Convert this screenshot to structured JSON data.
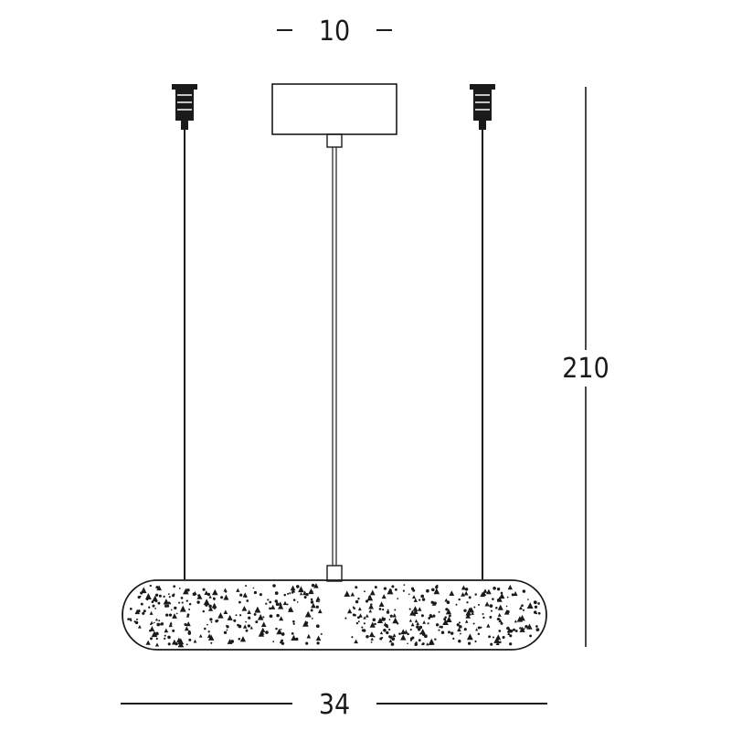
{
  "dimensions": {
    "top_width": "10",
    "height": "210",
    "bottom_width": "34"
  },
  "colors": {
    "ink": "#1a1a1a",
    "background": "#ffffff"
  }
}
